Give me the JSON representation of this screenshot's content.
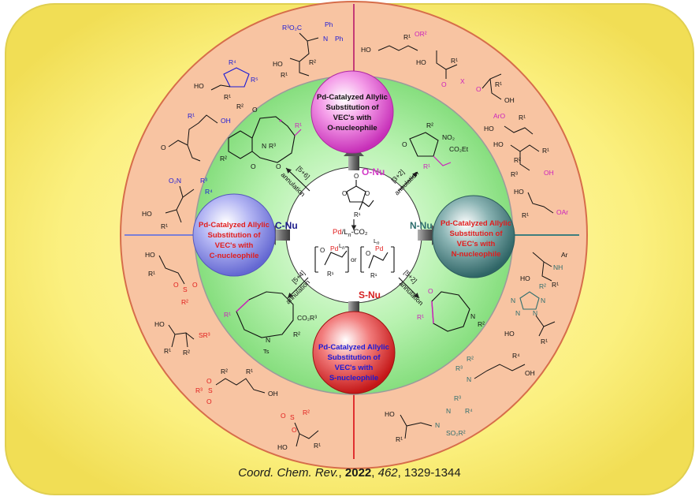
{
  "center": {
    "vec_r1": "R¹",
    "pd_line_pd": "Pd",
    "pd_line_rest": "/L",
    "pd_line_sub": "n",
    "pd_line_tail": "-CO₂",
    "intermediate_pd": "Pd",
    "intermediate_l": "L",
    "intermediate_lsub": "n",
    "or": "or",
    "r1_left": "R¹",
    "r1_right": "R¹"
  },
  "bubbles": [
    {
      "id": "o",
      "line1": "Pd-Catalyzed Allylic",
      "line2": "Substitution of",
      "line3": "VEC's with",
      "line4": "O-nucleophile",
      "color": "#e94ed8"
    },
    {
      "id": "n",
      "line1": "Pd-Catalyzed Allylic",
      "line2": "Substitution of",
      "line3": "VEC's with",
      "line4": "N-nucleophile",
      "color": "#4e8586"
    },
    {
      "id": "s",
      "line1": "Pd-Catalyzed Allylic",
      "line2": "Substitution of",
      "line3": "VEC's with",
      "line4": "S-nucleophile",
      "color": "#e43333"
    },
    {
      "id": "c",
      "line1": "Pd-Catalyzed Allylic",
      "line2": "Substitution of",
      "line3": "VEC's with",
      "line4": "C-nucleophile",
      "color": "#8b8ee8"
    }
  ],
  "arrow_labels": {
    "o": "O-Nu",
    "n": "N-Nu",
    "s": "S-Nu",
    "c": "C-Nu"
  },
  "annulations": {
    "a56": {
      "bracket": "[5+6]",
      "word": "annulation"
    },
    "a32": {
      "bracket": "[3+2]",
      "word": "annulation"
    },
    "a54": {
      "bracket": "[5+4]",
      "word": "annulation"
    },
    "a52": {
      "bracket": "[5+2]",
      "word": "annulation"
    }
  },
  "inner_products": {
    "p56": {
      "r1": "R¹",
      "r2": "R²",
      "r3": "R³",
      "n": "N",
      "o1": "O",
      "o2": "O",
      "o3": "O"
    },
    "p32": {
      "r1": "R¹",
      "r2": "R²",
      "no2": "NO₂",
      "co2et": "CO₂Et",
      "o": "O"
    },
    "p54": {
      "r1": "R¹",
      "r2": "R²",
      "co2r3": "CO₂R³",
      "n": "N",
      "ts": "Ts"
    },
    "p52": {
      "r1": "R¹",
      "r2": "R²",
      "n": "N",
      "o": "O"
    }
  },
  "outer": {
    "c1": {
      "r3o2c": "R³O₂C",
      "n": "N",
      "ph1": "Ph",
      "ph2": "Ph",
      "ho": "HO",
      "r1": "R¹",
      "r2": "R²"
    },
    "c2": {
      "r4": "R⁴",
      "r5": "R⁵",
      "ho": "HO",
      "r1": "R¹",
      "r2": "R²"
    },
    "c3": {
      "r1": "R¹",
      "oh": "OH",
      "o": "O"
    },
    "c4": {
      "o2n": "O₂N",
      "r3": "R³",
      "r4": "R⁴",
      "ho": "HO",
      "r1": "R¹"
    },
    "o1": {
      "r1": "R¹",
      "or2": "OR²",
      "ho": "HO"
    },
    "o2": {
      "r1a": "R¹",
      "r1b": "R¹",
      "o1": "O",
      "x": "X",
      "o2": "O",
      "oh": "OH",
      "ho": "HO"
    },
    "o3": {
      "aro": "ArO",
      "r1": "R¹",
      "ho": "HO"
    },
    "o4": {
      "ho": "HO",
      "r1": "R¹",
      "r2": "R²",
      "r3": "R³",
      "oh": "OH"
    },
    "o5": {
      "ho": "HO",
      "r1": "R¹",
      "oar": "OAr"
    },
    "n1": {
      "ar": "Ar",
      "nh": "NH",
      "ho": "HO",
      "r1": "R¹"
    },
    "n2": {
      "r2": "R²",
      "n1": "N",
      "n2": "N",
      "n3": "N",
      "n4": "N",
      "ho": "HO",
      "r1": "R¹"
    },
    "n3": {
      "r2": "R²",
      "r3": "R³",
      "r4": "R⁴",
      "n": "N",
      "oh": "OH"
    },
    "n4": {
      "ho": "HO",
      "r1": "R¹",
      "n1": "N",
      "n2": "N",
      "r3": "R³",
      "r4": "R⁴",
      "so2r2": "SO₂R²"
    },
    "s1": {
      "ho": "HO",
      "r1": "R¹",
      "s": "S",
      "o1": "O",
      "o2": "O",
      "r2": "R²"
    },
    "s2": {
      "ho": "HO",
      "r1": "R¹",
      "r2": "R²",
      "sr3": "SR³"
    },
    "s3": {
      "r2": "R²",
      "r1": "R¹",
      "r3": "R³",
      "s": "S",
      "o1": "O",
      "o2": "O",
      "oh": "OH"
    },
    "s4": {
      "o1": "O",
      "o2": "O",
      "s": "S",
      "r2": "R²",
      "ho": "HO",
      "r1": "R¹"
    }
  },
  "citation": {
    "journal": "Coord. Chem. Rev.",
    "sep1": ", ",
    "year": "2022",
    "sep2": ", ",
    "volume": "462",
    "pages": ", 1329-1344"
  }
}
